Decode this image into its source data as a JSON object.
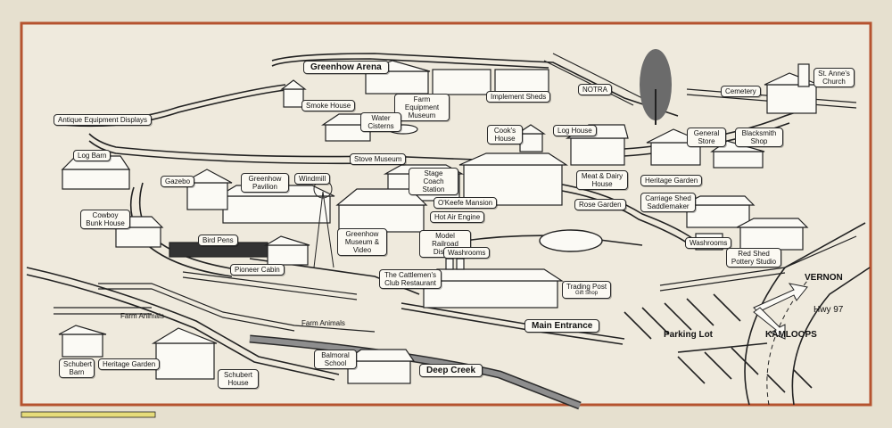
{
  "colors": {
    "frame": "#b5532f",
    "paper": "#ede8da",
    "ink": "#1e1e1e",
    "accent": "#e6dc7a"
  },
  "labels": {
    "greenhow_arena": "Greenhow Arena",
    "smoke_house": "Smoke House",
    "farm_equipment_museum": "Farm Equipment Museum",
    "implement_sheds": "Implement Sheds",
    "notra": "NOTRA",
    "cemetery": "Cemetery",
    "st_annes_church": "St. Anne's Church",
    "antique_equipment_displays": "Antique Equipment Displays",
    "water_cisterns": "Water Cisterns",
    "cooks_house": "Cook's House",
    "log_house": "Log House",
    "general_store": "General Store",
    "blacksmith_shop": "Blacksmith Shop",
    "log_barn": "Log Barn",
    "stove_museum": "Stove Museum",
    "heritage_garden_top": "Heritage Garden",
    "gazebo": "Gazebo",
    "greenhow_pavilion": "Greenhow Pavilion",
    "windmill": "Windmill",
    "stage_coach_station": "Stage Coach Station",
    "meat_dairy_house": "Meat & Dairy House",
    "okeefe_mansion": "O'Keefe Mansion",
    "carriage_shed": "Carriage Shed Saddlemaker",
    "cowboy_bunk_house": "Cowboy Bunk House",
    "rose_garden": "Rose Garden",
    "hot_air_engine": "Hot Air Engine",
    "bird_pens": "Bird Pens",
    "greenhow_museum": "Greenhow Museum & Video",
    "model_railroad": "Model Railroad Display",
    "washrooms_center": "Washrooms",
    "washrooms_right": "Washrooms",
    "pioneer_cabin": "Pioneer Cabin",
    "red_shed": "Red Shed Pottery Studio",
    "cattlemens_club": "The Cattlemen's Club Restaurant",
    "trading_post": "Trading Post",
    "gift_shop": "Gift Shop",
    "vernon": "VERNON",
    "hwy_97": "Hwy 97",
    "farm_animals_left": "Farm Animals",
    "farm_animals_center": "Farm Animals",
    "main_entrance": "Main Entrance",
    "parking_lot": "Parking Lot",
    "kamloops": "KAMLOOPS",
    "schubert_barn": "Schubert Barn",
    "heritage_garden_bottom": "Heritage Garden",
    "balmoral_school": "Balmoral School",
    "schubert_house": "Schubert House",
    "deep_creek": "Deep Creek"
  }
}
